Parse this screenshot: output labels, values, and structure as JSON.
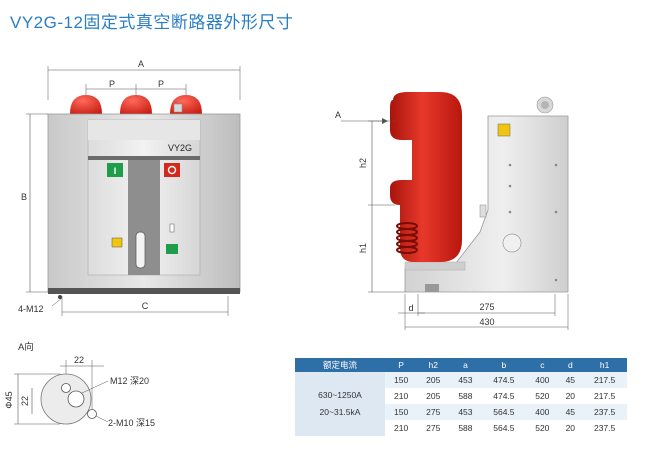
{
  "title": "VY2G-12固定式真空断路器外形尺寸",
  "front": {
    "dim_A": "A",
    "dim_P1": "P",
    "dim_P2": "P",
    "dim_B": "B",
    "dim_C": "C",
    "mount": "4-M12",
    "brand": "VY2G",
    "btn_on": "I",
    "btn_off": "O"
  },
  "side": {
    "view_A": "A",
    "h2": "h2",
    "h1": "h1",
    "d": "d",
    "dim_275": "275",
    "dim_430": "430"
  },
  "aview": {
    "title": "A向",
    "dim_22_top": "22",
    "dim_22_side": "22",
    "dim_phi": "Φ45",
    "m12": "M12 深20",
    "m10": "2-M10 深15"
  },
  "table": {
    "headers": [
      "额定电流",
      "P",
      "h2",
      "a",
      "b",
      "c",
      "d",
      "h1"
    ],
    "group_label_1": "630~1250A",
    "group_label_2": "20~31.5kA",
    "rows": [
      [
        "150",
        "205",
        "453",
        "474.5",
        "400",
        "45",
        "217.5"
      ],
      [
        "210",
        "205",
        "588",
        "474.5",
        "520",
        "20",
        "217.5"
      ],
      [
        "150",
        "275",
        "453",
        "564.5",
        "400",
        "45",
        "237.5"
      ],
      [
        "210",
        "275",
        "588",
        "564.5",
        "520",
        "20",
        "237.5"
      ]
    ]
  }
}
